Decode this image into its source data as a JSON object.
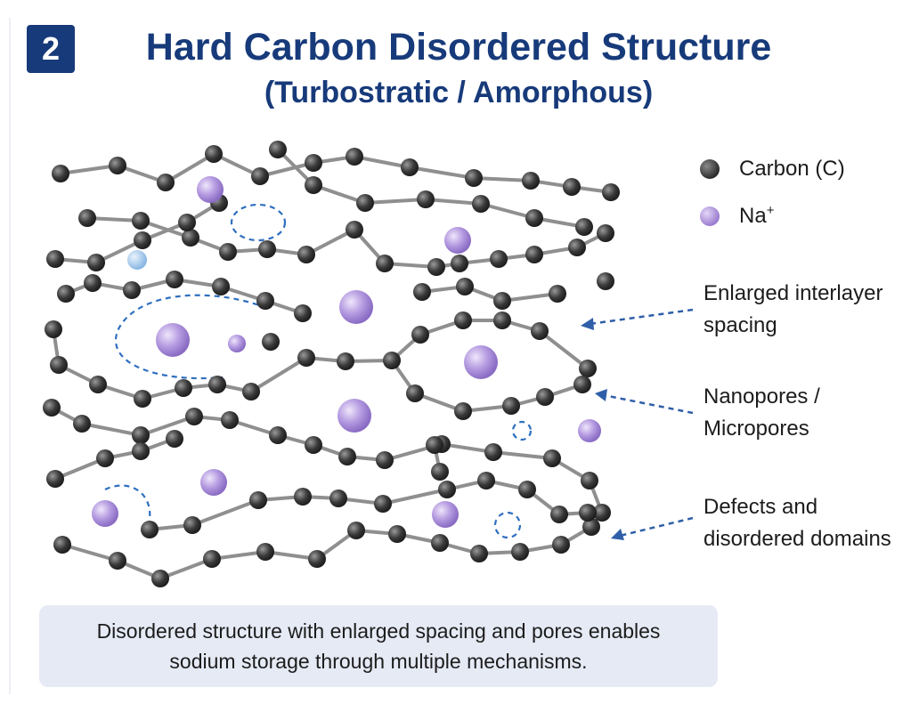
{
  "header": {
    "badge": "2",
    "title": "Hard Carbon Disordered Structure",
    "subtitle": "(Turbostratic / Amorphous)"
  },
  "legend": {
    "carbon": "Carbon (C)",
    "sodium_base": "Na",
    "sodium_charge": "+"
  },
  "annotations": [
    {
      "line1": "Enlarged interlayer",
      "line2": "spacing"
    },
    {
      "line1": "Nanopores /",
      "line2": "Micropores"
    },
    {
      "line1": "Defects and",
      "line2": "disordered domains"
    }
  ],
  "caption": {
    "line1": "Disordered structure with enlarged spacing and pores enables",
    "line2": "sodium storage through multiple mechanisms."
  },
  "colors": {
    "title": "#173a7a",
    "carbon": "#3a3a3a",
    "sodium": "#a98bd8",
    "pore_dash": "#2f6fbf",
    "caption_bg": "#e6eaf5"
  }
}
